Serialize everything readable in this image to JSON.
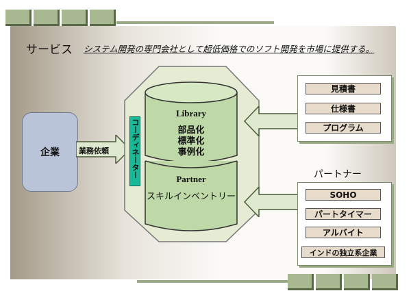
{
  "header": {
    "title": "サービス",
    "description": "システム開発の専門会社として超低価格でのソフト開発を市場に提供する。"
  },
  "company": {
    "label": "企業"
  },
  "request_arrow": {
    "label": "業務依頼"
  },
  "coordinator": {
    "label": "コーディネーター"
  },
  "library": {
    "title": "Library",
    "items": [
      "部品化",
      "標準化",
      "事例化"
    ]
  },
  "partner": {
    "title": "Partner",
    "item": "スキルインベントリー"
  },
  "library_sources": {
    "items": [
      "見積書",
      "仕様書",
      "プログラム"
    ]
  },
  "partners": {
    "heading": "パートナー",
    "items": [
      "SOHO",
      "パートタイマー",
      "アルバイト",
      "インドの独立系企業"
    ]
  },
  "colors": {
    "accent_green": "#18b898",
    "arrow_fill": "#dfe9cf",
    "company_fill": "#b9c4d8",
    "cylinder_fill": "#bfd8a8",
    "item_fill": "#e7dccb"
  }
}
